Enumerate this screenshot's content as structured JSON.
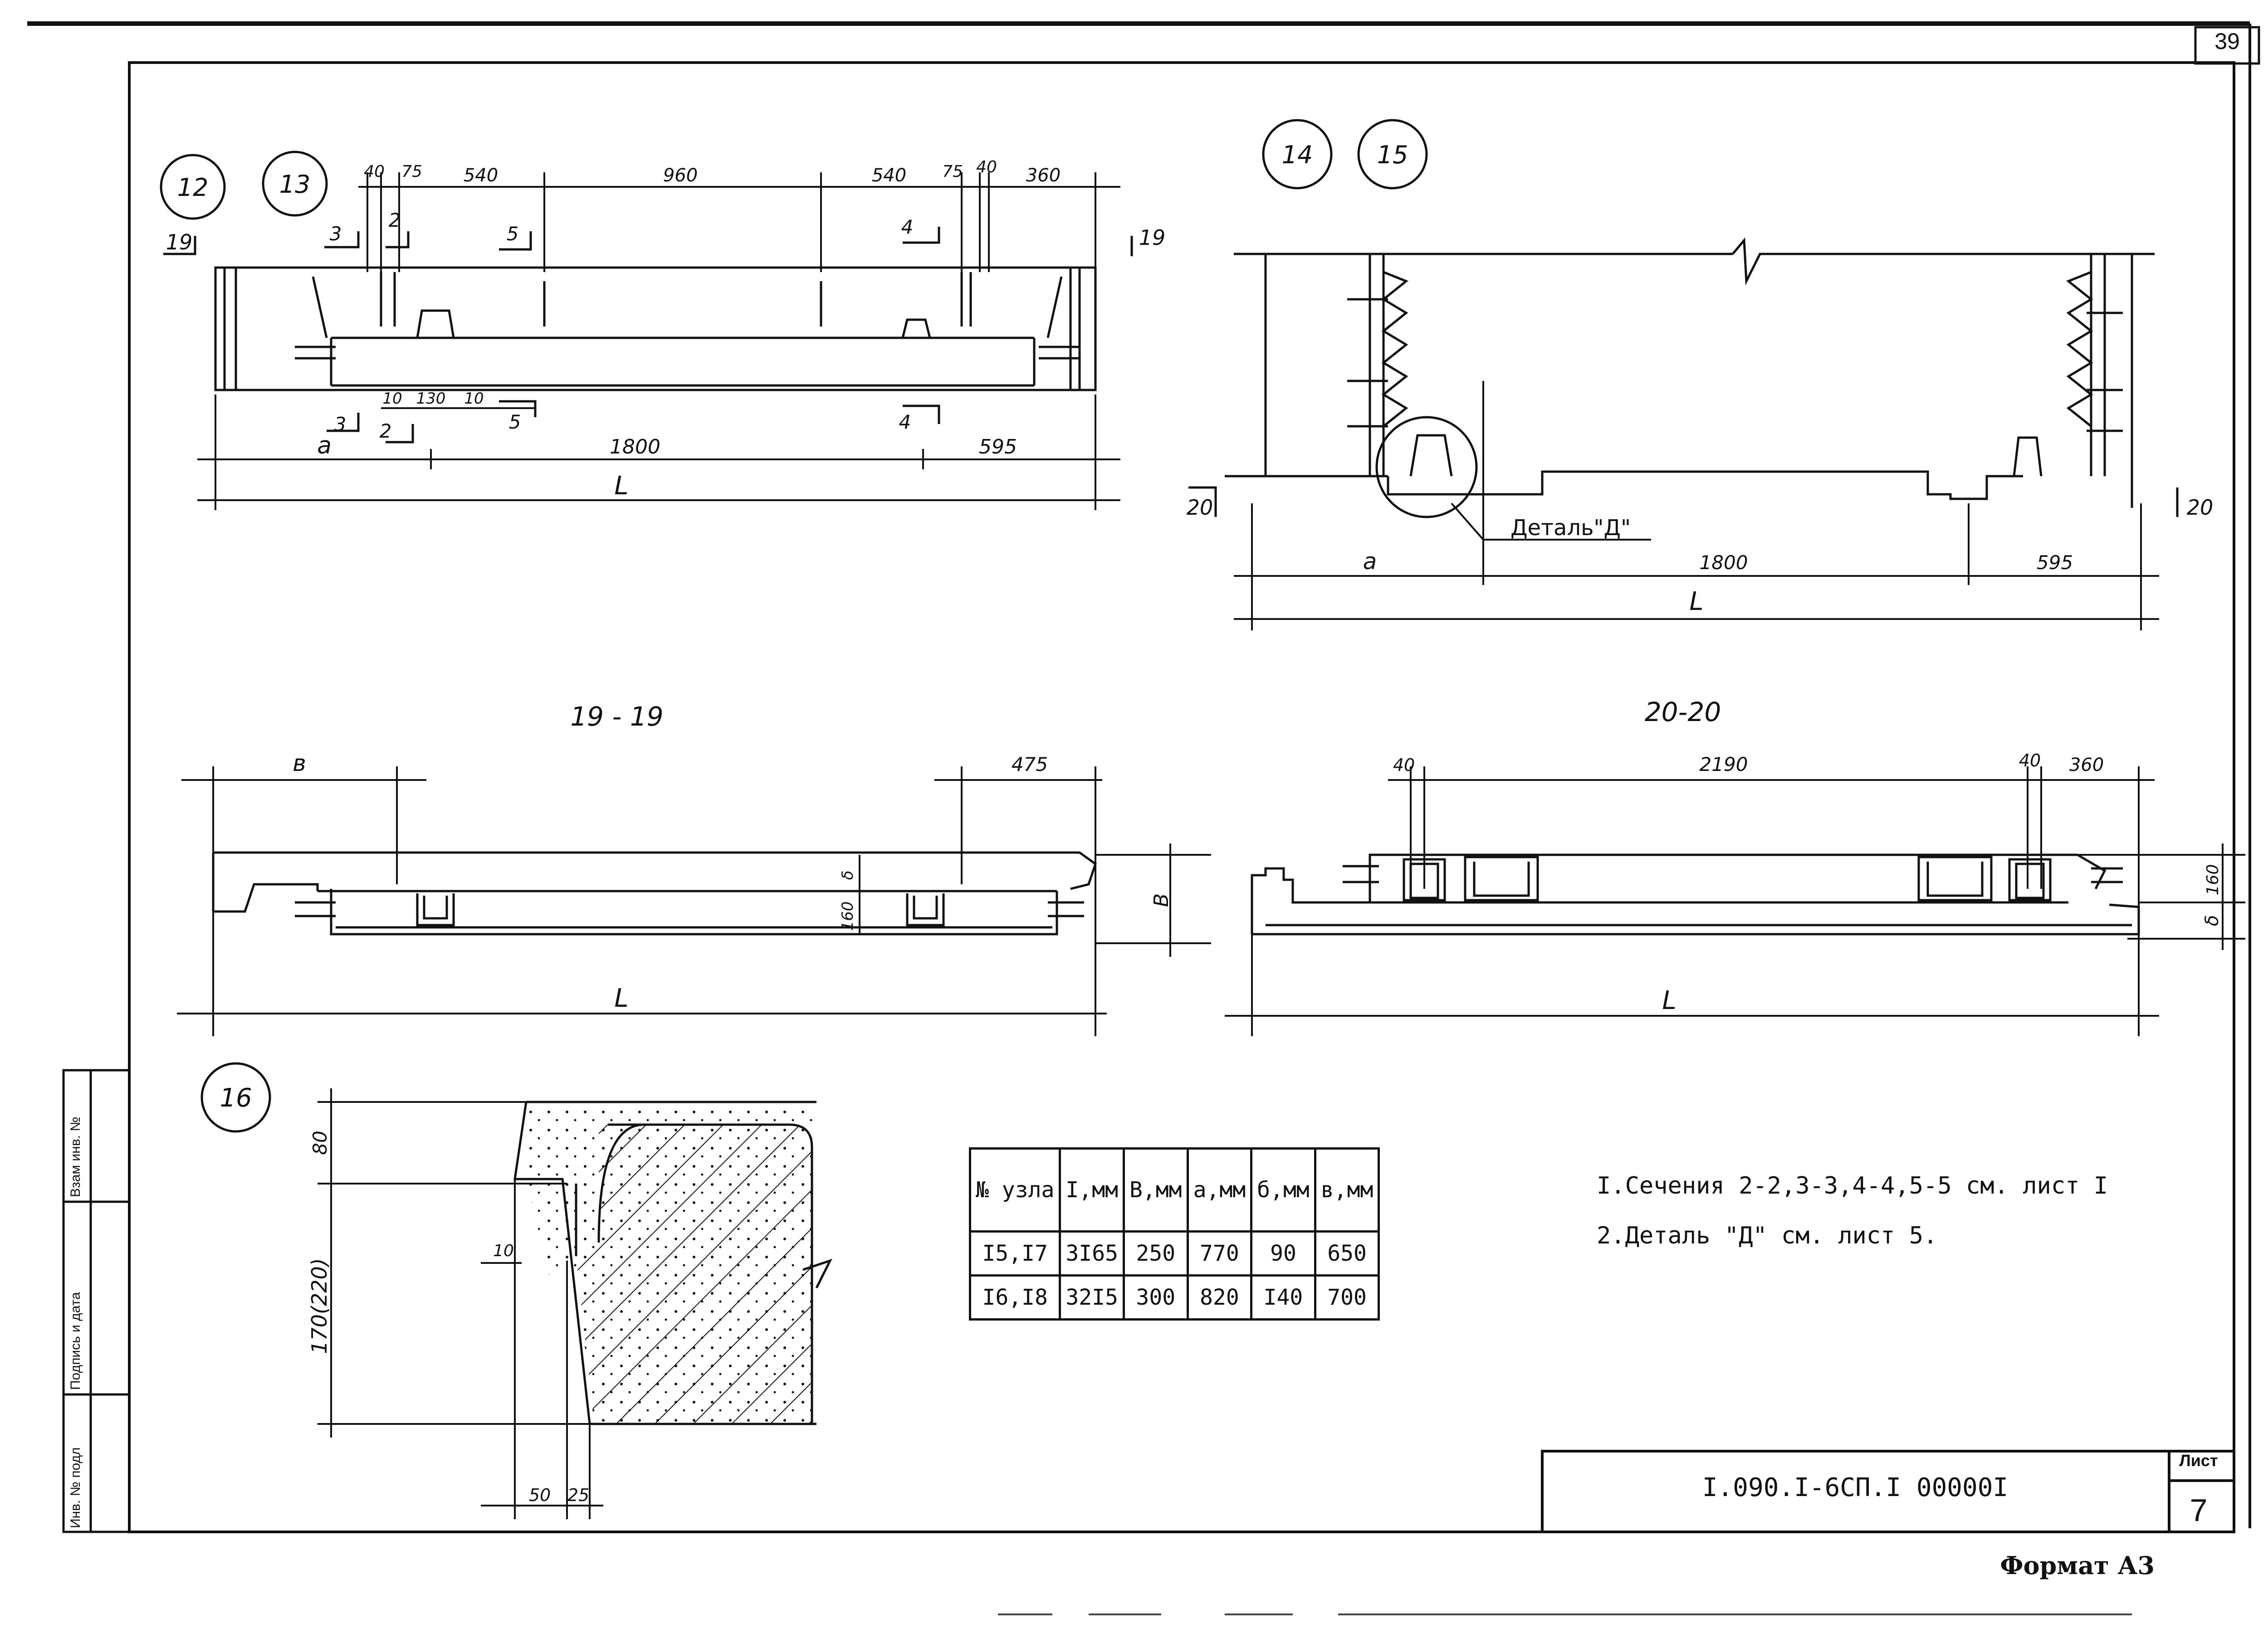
{
  "page_number": "39",
  "views": {
    "top_left": {
      "node_marks": [
        "12",
        "13"
      ],
      "section_marks": {
        "left": "19",
        "right": "19",
        "s3": "3",
        "s2": "2",
        "s5": "5",
        "s4": "4"
      },
      "top_dims": [
        "40",
        "75",
        "540",
        "960",
        "540",
        "75",
        "40",
        "360"
      ],
      "lower_dims": [
        "10",
        "130",
        "10"
      ],
      "label_a": "a",
      "dim_1800": "1800",
      "dim_595": "595",
      "dim_L": "L"
    },
    "top_right": {
      "node_marks": [
        "14",
        "15"
      ],
      "section_marks": {
        "left": "20",
        "right": "20"
      },
      "detail_label": "Деталь\"Д\"",
      "label_a": "a",
      "dim_1800": "1800",
      "dim_595": "595",
      "dim_L": "L"
    },
    "section_19": {
      "title": "19 - 19",
      "dim_b": "в",
      "dim_475": "475",
      "dim_160": "160",
      "dim_B": "В",
      "dim_delta": "δ",
      "dim_L": "L"
    },
    "section_20": {
      "title": "20-20",
      "dim_40_left": "40",
      "dim_2190": "2190",
      "dim_40_right": "40",
      "dim_360": "360",
      "dim_160": "160",
      "dim_delta": "δ",
      "dim_L": "L"
    },
    "node_16": {
      "node_mark": "16",
      "dim_80": "80",
      "dim_170": "170(220)",
      "dim_10": "10",
      "dim_50": "50",
      "dim_25": "25"
    }
  },
  "table": {
    "headers": [
      "№ узла",
      "I,мм",
      "В,мм",
      "а,мм",
      "б,мм",
      "в,мм"
    ],
    "rows": [
      [
        "I5,I7",
        "3I65",
        "250",
        "770",
        "90",
        "650"
      ],
      [
        "I6,I8",
        "32I5",
        "300",
        "820",
        "I40",
        "700"
      ]
    ]
  },
  "notes": [
    "I.Сечения 2-2,3-3,4-4,5-5  см. лист I",
    "2.Деталь \"Д\" см. лист 5."
  ],
  "side_stamp": [
    "Инв. № подл",
    "Подпись и дата",
    "Взам инв. №"
  ],
  "title_block": {
    "doc_code": "I.090.I-6СП.I  00000I",
    "sheet_label": "Лист",
    "sheet_number": "7"
  },
  "format_label": "Формат А3"
}
